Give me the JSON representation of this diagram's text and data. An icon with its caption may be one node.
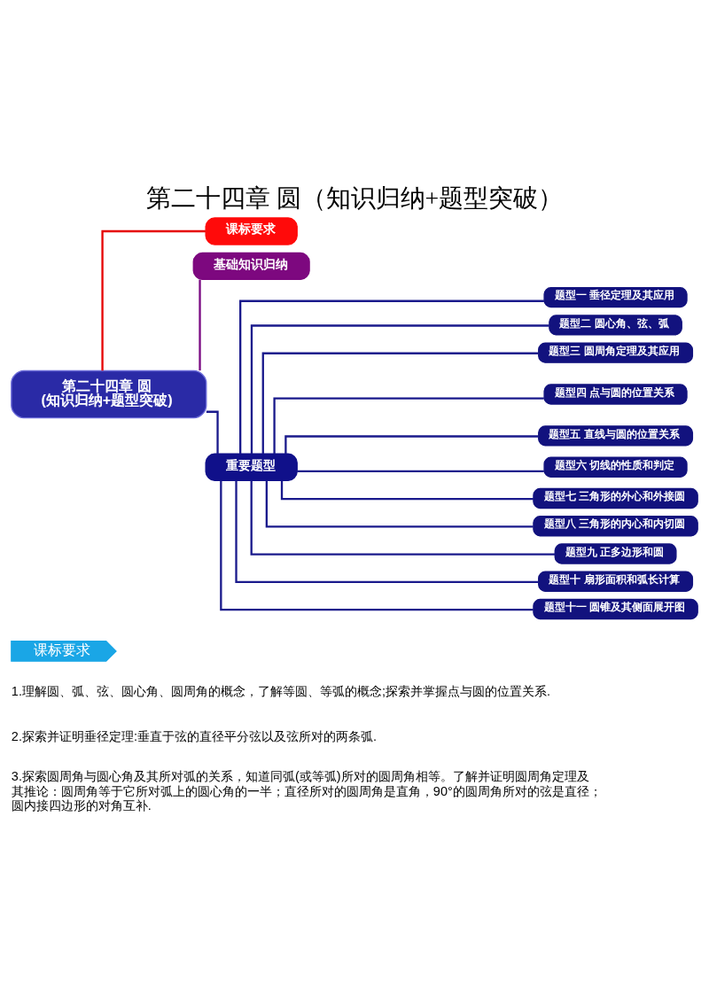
{
  "diagram": {
    "title": "第二十四章 圆（知识归纳+题型突破）",
    "nodes": [
      {
        "text": [
          "第二十四章 圆(知识归纳+题型突破)"
        ]
      },
      {
        "text": [
          "课标要求"
        ]
      },
      {
        "text": [
          "基础知识归纳"
        ]
      },
      {
        "text": [
          "重要题型"
        ]
      },
      {
        "text": [
          "题型一 垂径定理及其应用"
        ]
      },
      {
        "text": [
          "题型二 圆心角、弦、弧"
        ]
      },
      {
        "text": [
          "题型三 圆周角定理及其应用"
        ]
      },
      {
        "text": [
          "题型四 点与圆的位置关系"
        ]
      },
      {
        "text": [
          "题型五 直线与圆的位置关系"
        ]
      },
      {
        "text": [
          "题型六 切线的性质和判定"
        ]
      },
      {
        "text": [
          "题型七 三角形的外心和外接圆"
        ]
      },
      {
        "text": [
          "题型八 三角形的内心和内切圆"
        ]
      },
      {
        "text": [
          "题型九 正多边形和圆"
        ]
      },
      {
        "text": [
          "题型十 扇形面积和弧长计算"
        ]
      },
      {
        "text": [
          "题型十一 圆锥及其侧面展开图"
        ]
      },
      {
        "text": [
          "课标要求"
        ]
      }
    ],
    "edges": [
      {
        "from": 0,
        "to": 1,
        "arrow": "none",
        "color": "#e60000"
      },
      {
        "from": 0,
        "to": 2,
        "arrow": "none",
        "color": "#7a0a82"
      },
      {
        "from": 0,
        "to": 3,
        "arrow": "none"
      },
      {
        "from": 3,
        "to": 4,
        "arrow": "none"
      },
      {
        "from": 3,
        "to": 5,
        "arrow": "none"
      },
      {
        "from": 3,
        "to": 6,
        "arrow": "none"
      },
      {
        "from": 3,
        "to": 7,
        "arrow": "none"
      },
      {
        "from": 3,
        "to": 8,
        "arrow": "none"
      },
      {
        "from": 3,
        "to": 9,
        "arrow": "none"
      },
      {
        "from": 3,
        "to": 10,
        "arrow": "none"
      },
      {
        "from": 3,
        "to": 11,
        "arrow": "none"
      },
      {
        "from": 3,
        "to": 12,
        "arrow": "none"
      },
      {
        "from": 3,
        "to": 13,
        "arrow": "none"
      },
      {
        "from": 3,
        "to": 14,
        "arrow": "none"
      }
    ],
    "labels": [
      "1.理解圆、弧、弦、圆心角、圆周角的概念，了解等圆、等弧的概念;探索并掌握点与圆的位置关系.",
      "2.探索并证明垂径定理:垂直于弦的直径平分弦以及弦所对的两条弧.",
      "3.探索圆周角与圆心角及其所对弧的关系，知道同弧(或等弧)所对的圆周角相等。了解并证明圆周角定理及其推论：圆周角等于它所对弧上的圆心角的一半；直径所对的圆周角是直角，90°的圆周角所对的弦是直径；圆内接四边形的对角互补."
    ]
  }
}
